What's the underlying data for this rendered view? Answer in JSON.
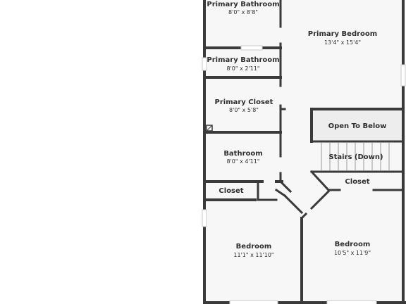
{
  "plan": {
    "colors": {
      "wall": "#3a3a3a",
      "floor": "#f7f7f7",
      "open_to_below": "#ededed",
      "window": "#c9c9c9",
      "door_gap": "#f7f7f7"
    },
    "rooms": [
      {
        "id": "primary-bathroom-1",
        "name": "Primary Bathroom",
        "dims": "8'0\" x 8'8\""
      },
      {
        "id": "primary-bedroom",
        "name": "Primary Bedroom",
        "dims": "13'4\" x 15'4\""
      },
      {
        "id": "primary-bathroom-2",
        "name": "Primary Bathroom",
        "dims": "8'0\" x 2'11\""
      },
      {
        "id": "primary-closet",
        "name": "Primary Closet",
        "dims": "8'0\" x 5'8\""
      },
      {
        "id": "open-to-below",
        "name": "Open To Below",
        "dims": ""
      },
      {
        "id": "bathroom",
        "name": "Bathroom",
        "dims": "8'0\" x 4'11\""
      },
      {
        "id": "stairs",
        "name": "Stairs (Down)",
        "dims": ""
      },
      {
        "id": "closet-left",
        "name": "Closet",
        "dims": ""
      },
      {
        "id": "closet-right",
        "name": "Closet",
        "dims": ""
      },
      {
        "id": "bedroom-left",
        "name": "Bedroom",
        "dims": "11'1\" x 11'10\""
      },
      {
        "id": "bedroom-right",
        "name": "Bedroom",
        "dims": "10'5\" x 11'9\""
      }
    ]
  }
}
